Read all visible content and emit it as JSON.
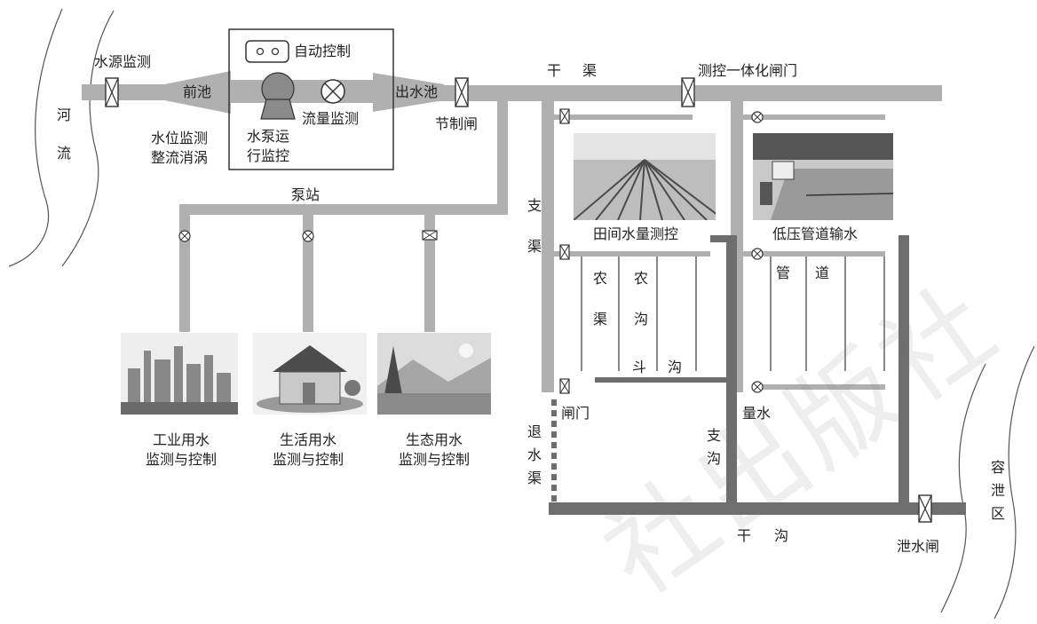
{
  "labels": {
    "river_1": "河",
    "river_2": "流",
    "water_source_monitor": "水源监测",
    "auto_control": "自动控制",
    "forebay": "前池",
    "water_level_monitor": "水位监测",
    "flow_straighten": "整流消涡",
    "pump_monitor_1": "水泵运",
    "pump_monitor_2": "行监控",
    "flow_monitor": "流量监测",
    "outlet_pool": "出水池",
    "regulating_gate": "节制闸",
    "main_canal_1": "干",
    "main_canal_2": "渠",
    "integrated_gate": "测控一体化闸门",
    "pump_station": "泵站",
    "branch_canal_1": "支",
    "branch_canal_2": "渠",
    "field_measure": "田间水量测控",
    "low_pressure_pipe": "低压管道输水",
    "farm_canal_1": "农",
    "farm_canal_2": "渠",
    "farm_ditch_1": "农",
    "farm_ditch_2": "沟",
    "lateral_ditch_1": "斗",
    "lateral_ditch_2": "沟",
    "pipe_1": "管",
    "pipe_2": "道",
    "gate": "闸门",
    "measure_water": "量水",
    "return_canal": "退水渠",
    "branch_ditch": "支沟",
    "main_ditch_1": "干",
    "main_ditch_2": "沟",
    "drain_gate": "泄水闸",
    "retention_area": "容泄区",
    "industrial_1": "工业用水",
    "industrial_2": "监测与控制",
    "domestic_1": "生活用水",
    "domestic_2": "监测与控制",
    "ecological_1": "生态用水",
    "ecological_2": "监测与控制",
    "watermark": "社出版社"
  },
  "colors": {
    "pipe": "#b0b0b0",
    "ditch": "#6e6e6e",
    "line": "#333333",
    "field_sky": "#e8e8e8"
  }
}
